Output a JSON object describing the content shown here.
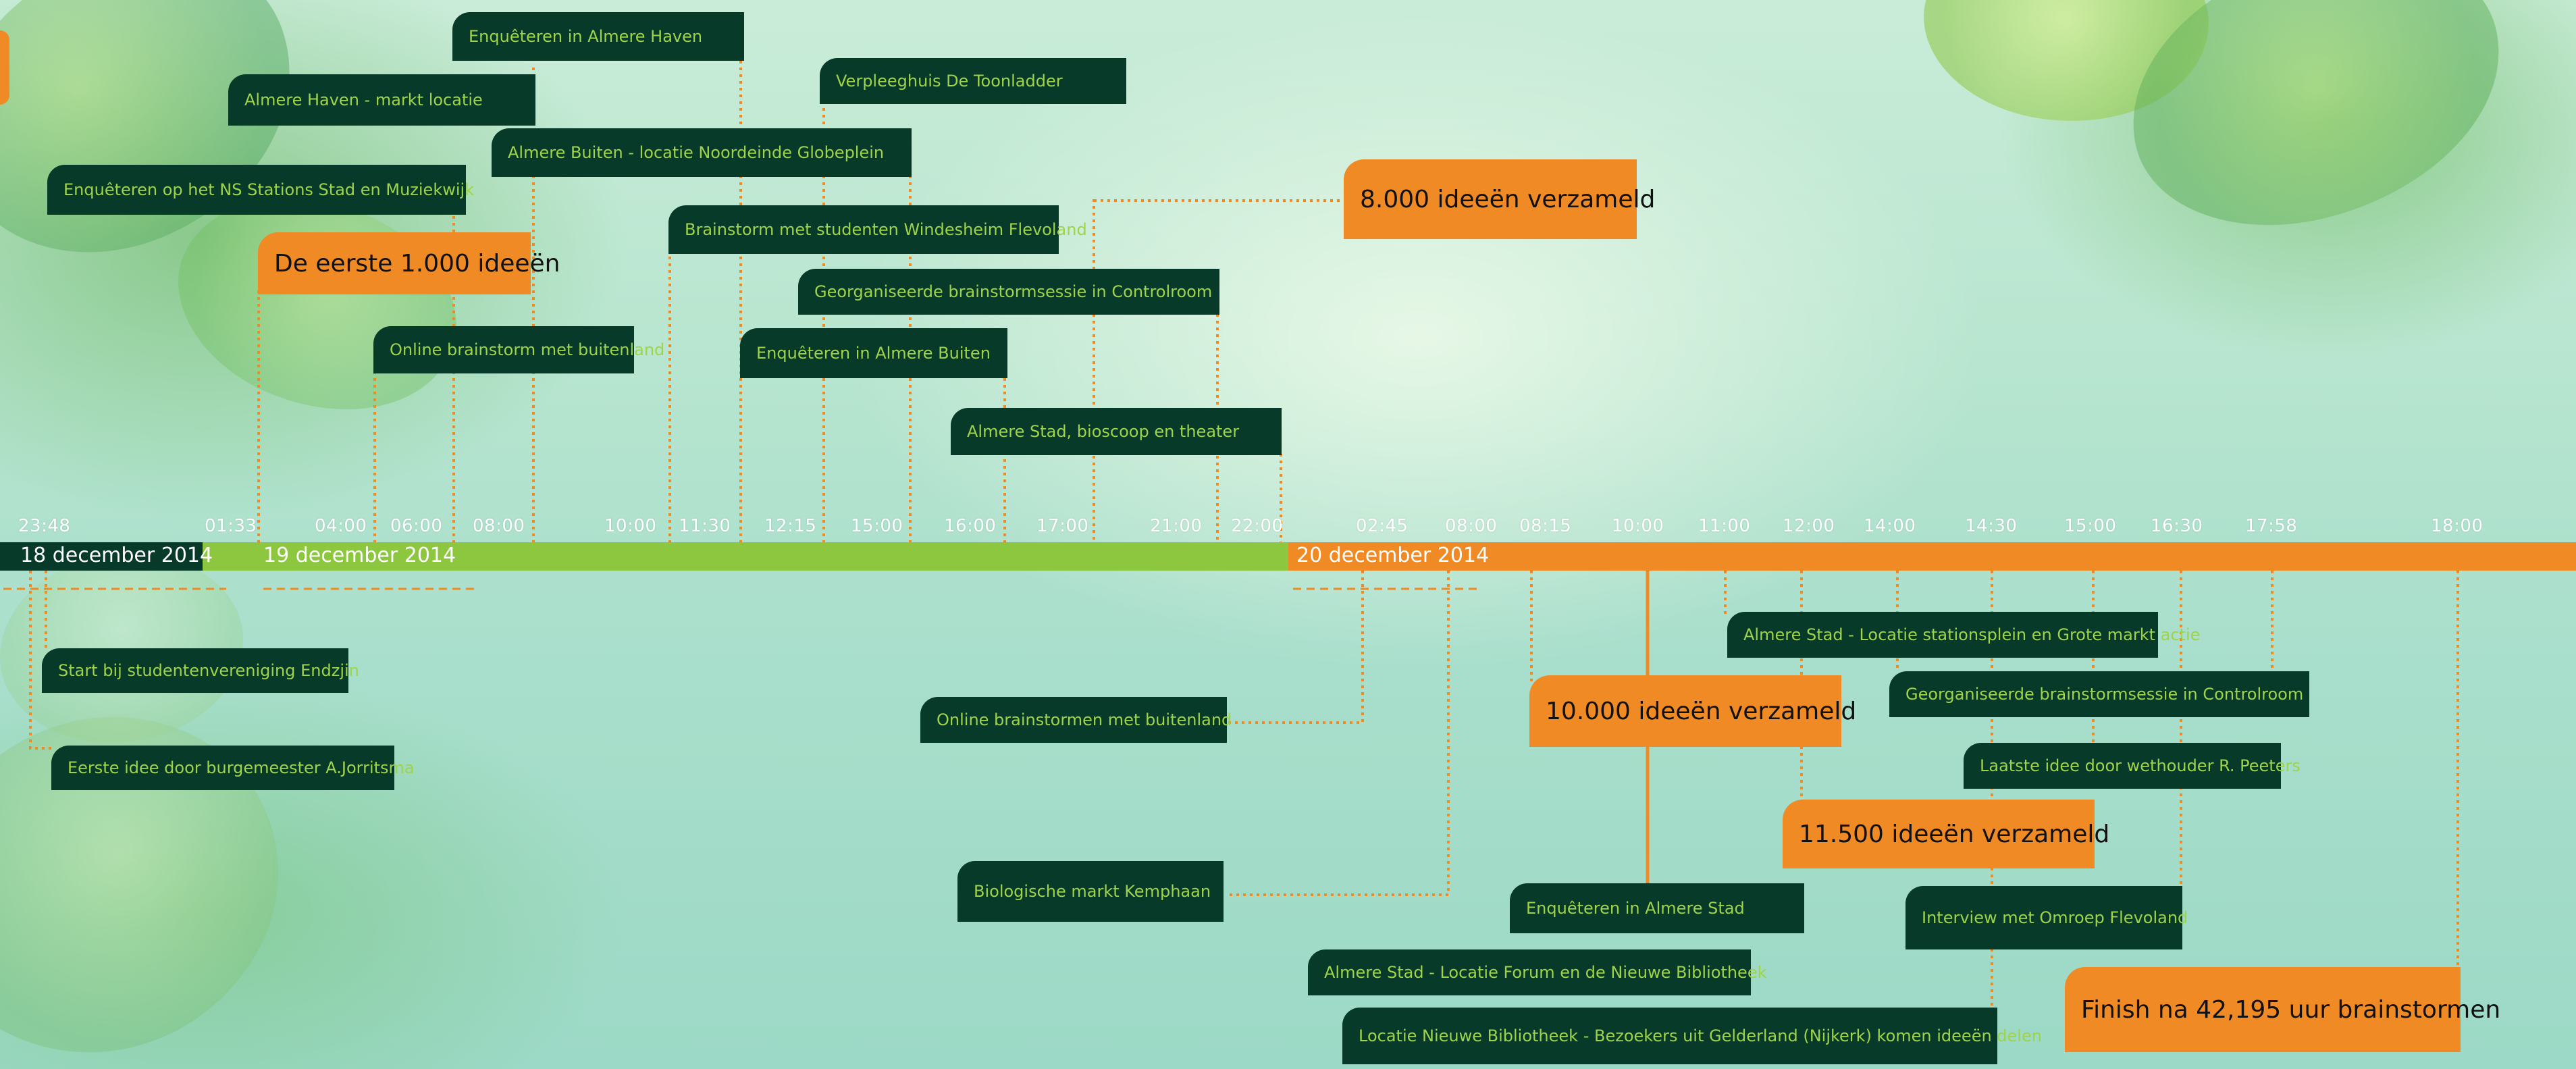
{
  "colors": {
    "accent_orange": "#f08a24",
    "bar_green": "#8dc63f",
    "bar_dark": "#083a2a",
    "event_text": "#9fd34a"
  },
  "timeline": {
    "days": {
      "d18": "18 december 2014",
      "d19": "19 december 2014",
      "d20": "20 december 2014"
    },
    "times": {
      "t01": "23:48",
      "t02": "01:33",
      "t03": "04:00",
      "t04": "06:00",
      "t05": "08:00",
      "t06": "10:00",
      "t07": "11:30",
      "t08": "12:15",
      "t09": "15:00",
      "t10": "16:00",
      "t11": "17:00",
      "t12": "21:00",
      "t13": "22:00",
      "t14": "02:45",
      "t15": "08:00",
      "t16": "08:15",
      "t17": "10:00",
      "t18": "11:00",
      "t19": "12:00",
      "t20": "14:00",
      "t21": "14:30",
      "t22": "15:00",
      "t23": "16:30",
      "t24": "17:58",
      "t25": "18:00"
    }
  },
  "events_above": {
    "e1": "Enquêteren in Almere Haven",
    "e2": "Almere Haven - markt locatie",
    "e3": "Verpleeghuis De Toonladder",
    "e4": "Almere Buiten - locatie Noordeinde Globeplein",
    "e5": "Enquêteren op het NS Stations Stad en Muziekwijk",
    "e6": "Brainstorm met studenten Windesheim Flevoland",
    "e7": "Georganiseerde brainstormsessie in Controlroom",
    "e8": "Online brainstorm met buitenland",
    "e9": "Enquêteren in Almere Buiten",
    "e10": "Almere Stad, bioscoop en theater"
  },
  "milestones": {
    "m1": "De eerste 1.000 ideeën",
    "m2": "8.000 ideeën verzameld",
    "m3": "10.000 ideeën verzameld",
    "m4": "11.500 ideeën verzameld",
    "m5": "Finish na 42,195 uur brainstormen"
  },
  "events_below": {
    "b1": "Start bij studentenvereniging Endzjin",
    "b2": "Eerste idee door burgemeester A.Jorritsma",
    "b3": "Online brainstormen met buitenland",
    "b4": "Biologische markt Kemphaan",
    "b5": "Almere Stad - Locatie stationsplein en Grote markt actie",
    "b6": "Georganiseerde brainstormsessie in Controlroom",
    "b7": "Laatste idee door wethouder R. Peeters",
    "b8": "Interview met Omroep Flevoland",
    "b9": "Enquêteren in Almere Stad",
    "b10": "Almere Stad - Locatie Forum en de Nieuwe Bibliotheek",
    "b11": "Locatie Nieuwe Bibliotheek - Bezoekers uit Gelderland (Nijkerk) komen ideeën delen"
  }
}
